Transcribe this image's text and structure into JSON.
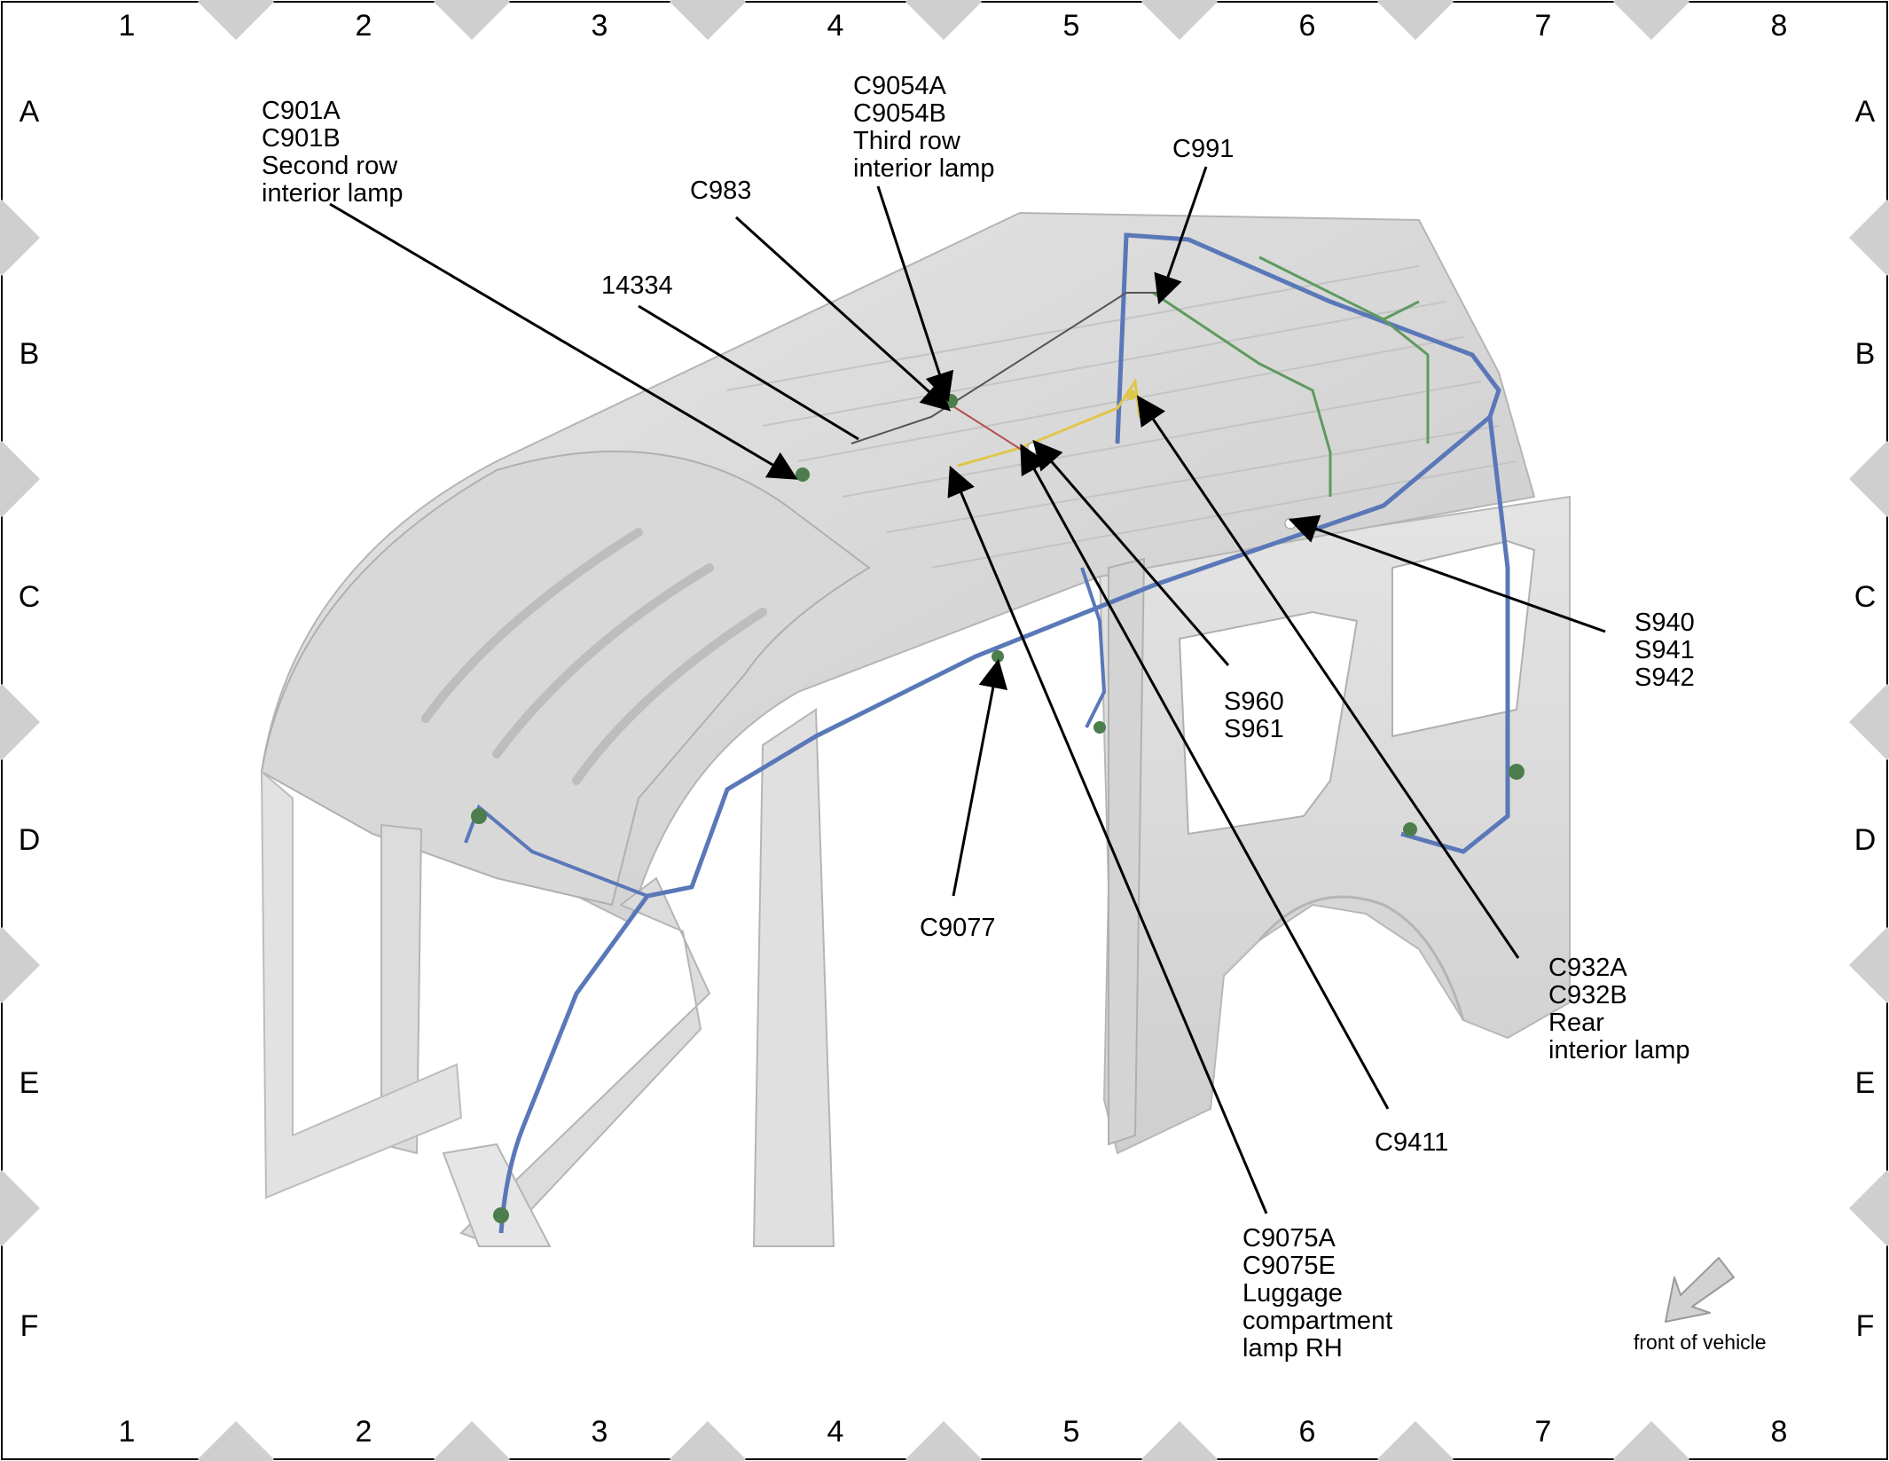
{
  "grid": {
    "columns": [
      "1",
      "2",
      "3",
      "4",
      "5",
      "6",
      "7",
      "8"
    ],
    "rows": [
      "A",
      "B",
      "C",
      "D",
      "E",
      "F"
    ]
  },
  "callouts": [
    {
      "id": "c901",
      "lines": [
        "C901A",
        "C901B",
        "Second row",
        "interior lamp"
      ]
    },
    {
      "id": "c9054",
      "lines": [
        "C9054A",
        "C9054B",
        "Third row",
        "interior lamp"
      ]
    },
    {
      "id": "c983",
      "lines": [
        "C983"
      ]
    },
    {
      "id": "c991",
      "lines": [
        "C991"
      ]
    },
    {
      "id": "n14334",
      "lines": [
        "14334"
      ]
    },
    {
      "id": "s940",
      "lines": [
        "S940",
        "S941",
        "S942"
      ]
    },
    {
      "id": "s960",
      "lines": [
        "S960",
        "S961"
      ]
    },
    {
      "id": "c9077",
      "lines": [
        "C9077"
      ]
    },
    {
      "id": "c932",
      "lines": [
        "C932A",
        "C932B",
        "Rear",
        "interior lamp"
      ]
    },
    {
      "id": "c9411",
      "lines": [
        "C9411"
      ]
    },
    {
      "id": "c9075",
      "lines": [
        "C9075A",
        "C9075E",
        "Luggage",
        "compartment",
        "lamp RH"
      ]
    }
  ],
  "front_indicator": {
    "label": "front of vehicle",
    "icon": "arrow-down-left-icon"
  },
  "colors": {
    "harness_main": "#5a78b8",
    "harness_green": "#5f9a5f",
    "harness_yellow": "#e0c64a",
    "harness_red": "#b05050",
    "body_panel": "#d9d9d9",
    "border_marker": "#cfcfcf"
  }
}
